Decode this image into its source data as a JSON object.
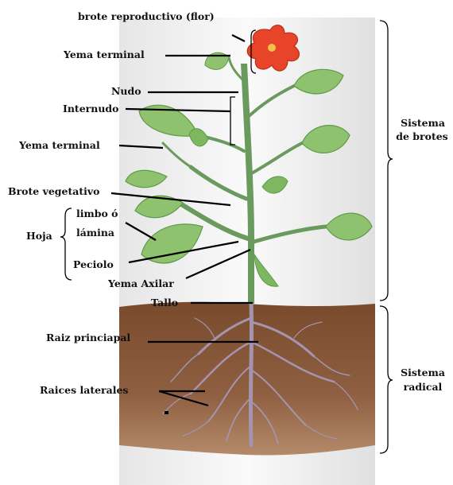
{
  "labels": {
    "flower_bud": "brote reproductivo (flor)",
    "terminal_bud_top": "Yema terminal",
    "node": "Nudo",
    "internode": "Internudo",
    "terminal_bud_side": "Yema terminal",
    "vegetative_shoot": "Brote vegetativo",
    "leaf_blade_line1": "limbo ó",
    "leaf_blade_line2": "lámina",
    "leaf": "Hoja",
    "petiole": "Peciolo",
    "axillary_bud": "Yema Axilar",
    "stem": "Tallo",
    "main_root": "Raiz princiapal",
    "lateral_roots": "Raices laterales",
    "shoot_system_line1": "Sistema",
    "shoot_system_line2": "de brotes",
    "root_system_line1": "Sistema",
    "root_system_line2": "radical"
  },
  "colors": {
    "stem": "#5f8f56",
    "leaf": "#8bbf6a",
    "leaf_dark": "#5e9a48",
    "flower": "#e8442a",
    "soil": "#8a5a3a",
    "soil_dark": "#6e4429",
    "root": "#9a8aa6",
    "pot": "#f2f2f2"
  }
}
